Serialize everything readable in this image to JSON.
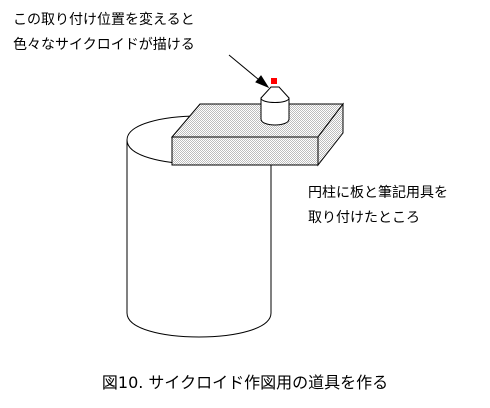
{
  "labels": {
    "mount_note": [
      "この取り付け位置を変えると",
      "色々なサイクロイドが描ける"
    ],
    "cylinder_note": [
      "円柱に板と筆記用具を",
      "取り付けたところ"
    ],
    "caption": "図10. サイクロイド作図用の道具を作る"
  },
  "colors": {
    "stroke": "#000000",
    "board_fill": "#e6e6e6",
    "pen_tip": "#ff0000",
    "background": "#ffffff"
  }
}
